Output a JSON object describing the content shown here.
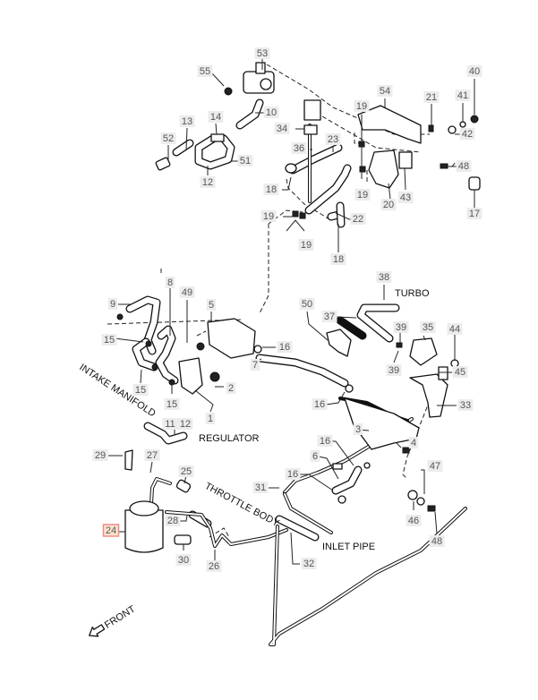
{
  "diagram": {
    "title": "Vacuum hose / emission control parts diagram",
    "highlight_color": "#f08a8a",
    "highlighted_part": "24",
    "captions": {
      "turbo": "TURBO",
      "intake_manifold": "INTAKE MANIFOLD",
      "regulator": "REGULATOR",
      "throttle_body": "THROTTLE BODY",
      "inlet_pipe": "INLET PIPE",
      "front": "FRONT"
    },
    "callouts": [
      {
        "id": "c53",
        "text": "53"
      },
      {
        "id": "c55",
        "text": "55"
      },
      {
        "id": "c10",
        "text": "10"
      },
      {
        "id": "c13",
        "text": "13"
      },
      {
        "id": "c14",
        "text": "14"
      },
      {
        "id": "c52",
        "text": "52"
      },
      {
        "id": "c51",
        "text": "51"
      },
      {
        "id": "c12a",
        "text": "12"
      },
      {
        "id": "c34",
        "text": "34"
      },
      {
        "id": "c36",
        "text": "36"
      },
      {
        "id": "c23",
        "text": "23"
      },
      {
        "id": "c18a",
        "text": "18"
      },
      {
        "id": "c19a",
        "text": "19"
      },
      {
        "id": "c19b",
        "text": "19"
      },
      {
        "id": "c19c",
        "text": "19"
      },
      {
        "id": "c19d",
        "text": "19"
      },
      {
        "id": "c22",
        "text": "22"
      },
      {
        "id": "c18b",
        "text": "18"
      },
      {
        "id": "c54",
        "text": "54"
      },
      {
        "id": "c21",
        "text": "21"
      },
      {
        "id": "c41",
        "text": "41"
      },
      {
        "id": "c40",
        "text": "40"
      },
      {
        "id": "c42",
        "text": "42"
      },
      {
        "id": "c48a",
        "text": "48"
      },
      {
        "id": "c17",
        "text": "17"
      },
      {
        "id": "c20",
        "text": "20"
      },
      {
        "id": "c43",
        "text": "43"
      },
      {
        "id": "c9",
        "text": "9"
      },
      {
        "id": "c8",
        "text": "8"
      },
      {
        "id": "c49",
        "text": "49"
      },
      {
        "id": "c5",
        "text": "5"
      },
      {
        "id": "c15a",
        "text": "15"
      },
      {
        "id": "c15b",
        "text": "15"
      },
      {
        "id": "c15c",
        "text": "15"
      },
      {
        "id": "c16a",
        "text": "16"
      },
      {
        "id": "c7",
        "text": "7"
      },
      {
        "id": "c2",
        "text": "2"
      },
      {
        "id": "c1",
        "text": "1"
      },
      {
        "id": "c11",
        "text": "11"
      },
      {
        "id": "c12b",
        "text": "12"
      },
      {
        "id": "c38",
        "text": "38"
      },
      {
        "id": "c37",
        "text": "37"
      },
      {
        "id": "c50",
        "text": "50"
      },
      {
        "id": "c39a",
        "text": "39"
      },
      {
        "id": "c35",
        "text": "35"
      },
      {
        "id": "c44",
        "text": "44"
      },
      {
        "id": "c39b",
        "text": "39"
      },
      {
        "id": "c45",
        "text": "45"
      },
      {
        "id": "c16b",
        "text": "16"
      },
      {
        "id": "c33",
        "text": "33"
      },
      {
        "id": "c3",
        "text": "3"
      },
      {
        "id": "c4",
        "text": "4"
      },
      {
        "id": "c16c",
        "text": "16"
      },
      {
        "id": "c6",
        "text": "6"
      },
      {
        "id": "c16d",
        "text": "16"
      },
      {
        "id": "c47",
        "text": "47"
      },
      {
        "id": "c29",
        "text": "29"
      },
      {
        "id": "c27",
        "text": "27"
      },
      {
        "id": "c25",
        "text": "25"
      },
      {
        "id": "c31",
        "text": "31"
      },
      {
        "id": "c24",
        "text": "24"
      },
      {
        "id": "c28",
        "text": "28"
      },
      {
        "id": "c30",
        "text": "30"
      },
      {
        "id": "c26",
        "text": "26"
      },
      {
        "id": "c32",
        "text": "32"
      },
      {
        "id": "c46",
        "text": "46"
      },
      {
        "id": "c48b",
        "text": "48"
      }
    ]
  }
}
